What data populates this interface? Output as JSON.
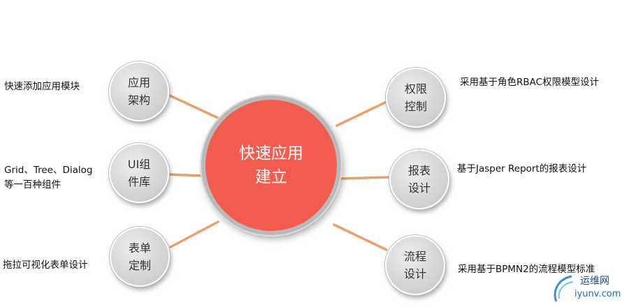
{
  "center": {
    "line1": "快速应用",
    "line2": "建立"
  },
  "nodes": [
    {
      "line1": "应用",
      "line2": "架构",
      "description": [
        "快速添加应用模块"
      ]
    },
    {
      "line1": "UI组",
      "line2": "件库",
      "description": [
        "Grid、Tree、Dialog",
        "等一百种组件"
      ]
    },
    {
      "line1": "表单",
      "line2": "定制",
      "description": [
        "拖拉可视化表单设计"
      ]
    },
    {
      "line1": "权限",
      "line2": "控制",
      "description": [
        "采用基于角色RBAC权限模型设计"
      ]
    },
    {
      "line1": "报表",
      "line2": "设计",
      "description": [
        "基于Jasper Report的报表设计"
      ]
    },
    {
      "line1": "流程",
      "line2": "设计",
      "description": [
        "采用基于BPMN2的流程模型标准"
      ]
    }
  ],
  "watermark": {
    "cn": "运维网",
    "en": "iyunv.com"
  },
  "colors": {
    "center": "#f25c4e",
    "connector": "#e9a06a",
    "node": "#d6d6d6"
  }
}
